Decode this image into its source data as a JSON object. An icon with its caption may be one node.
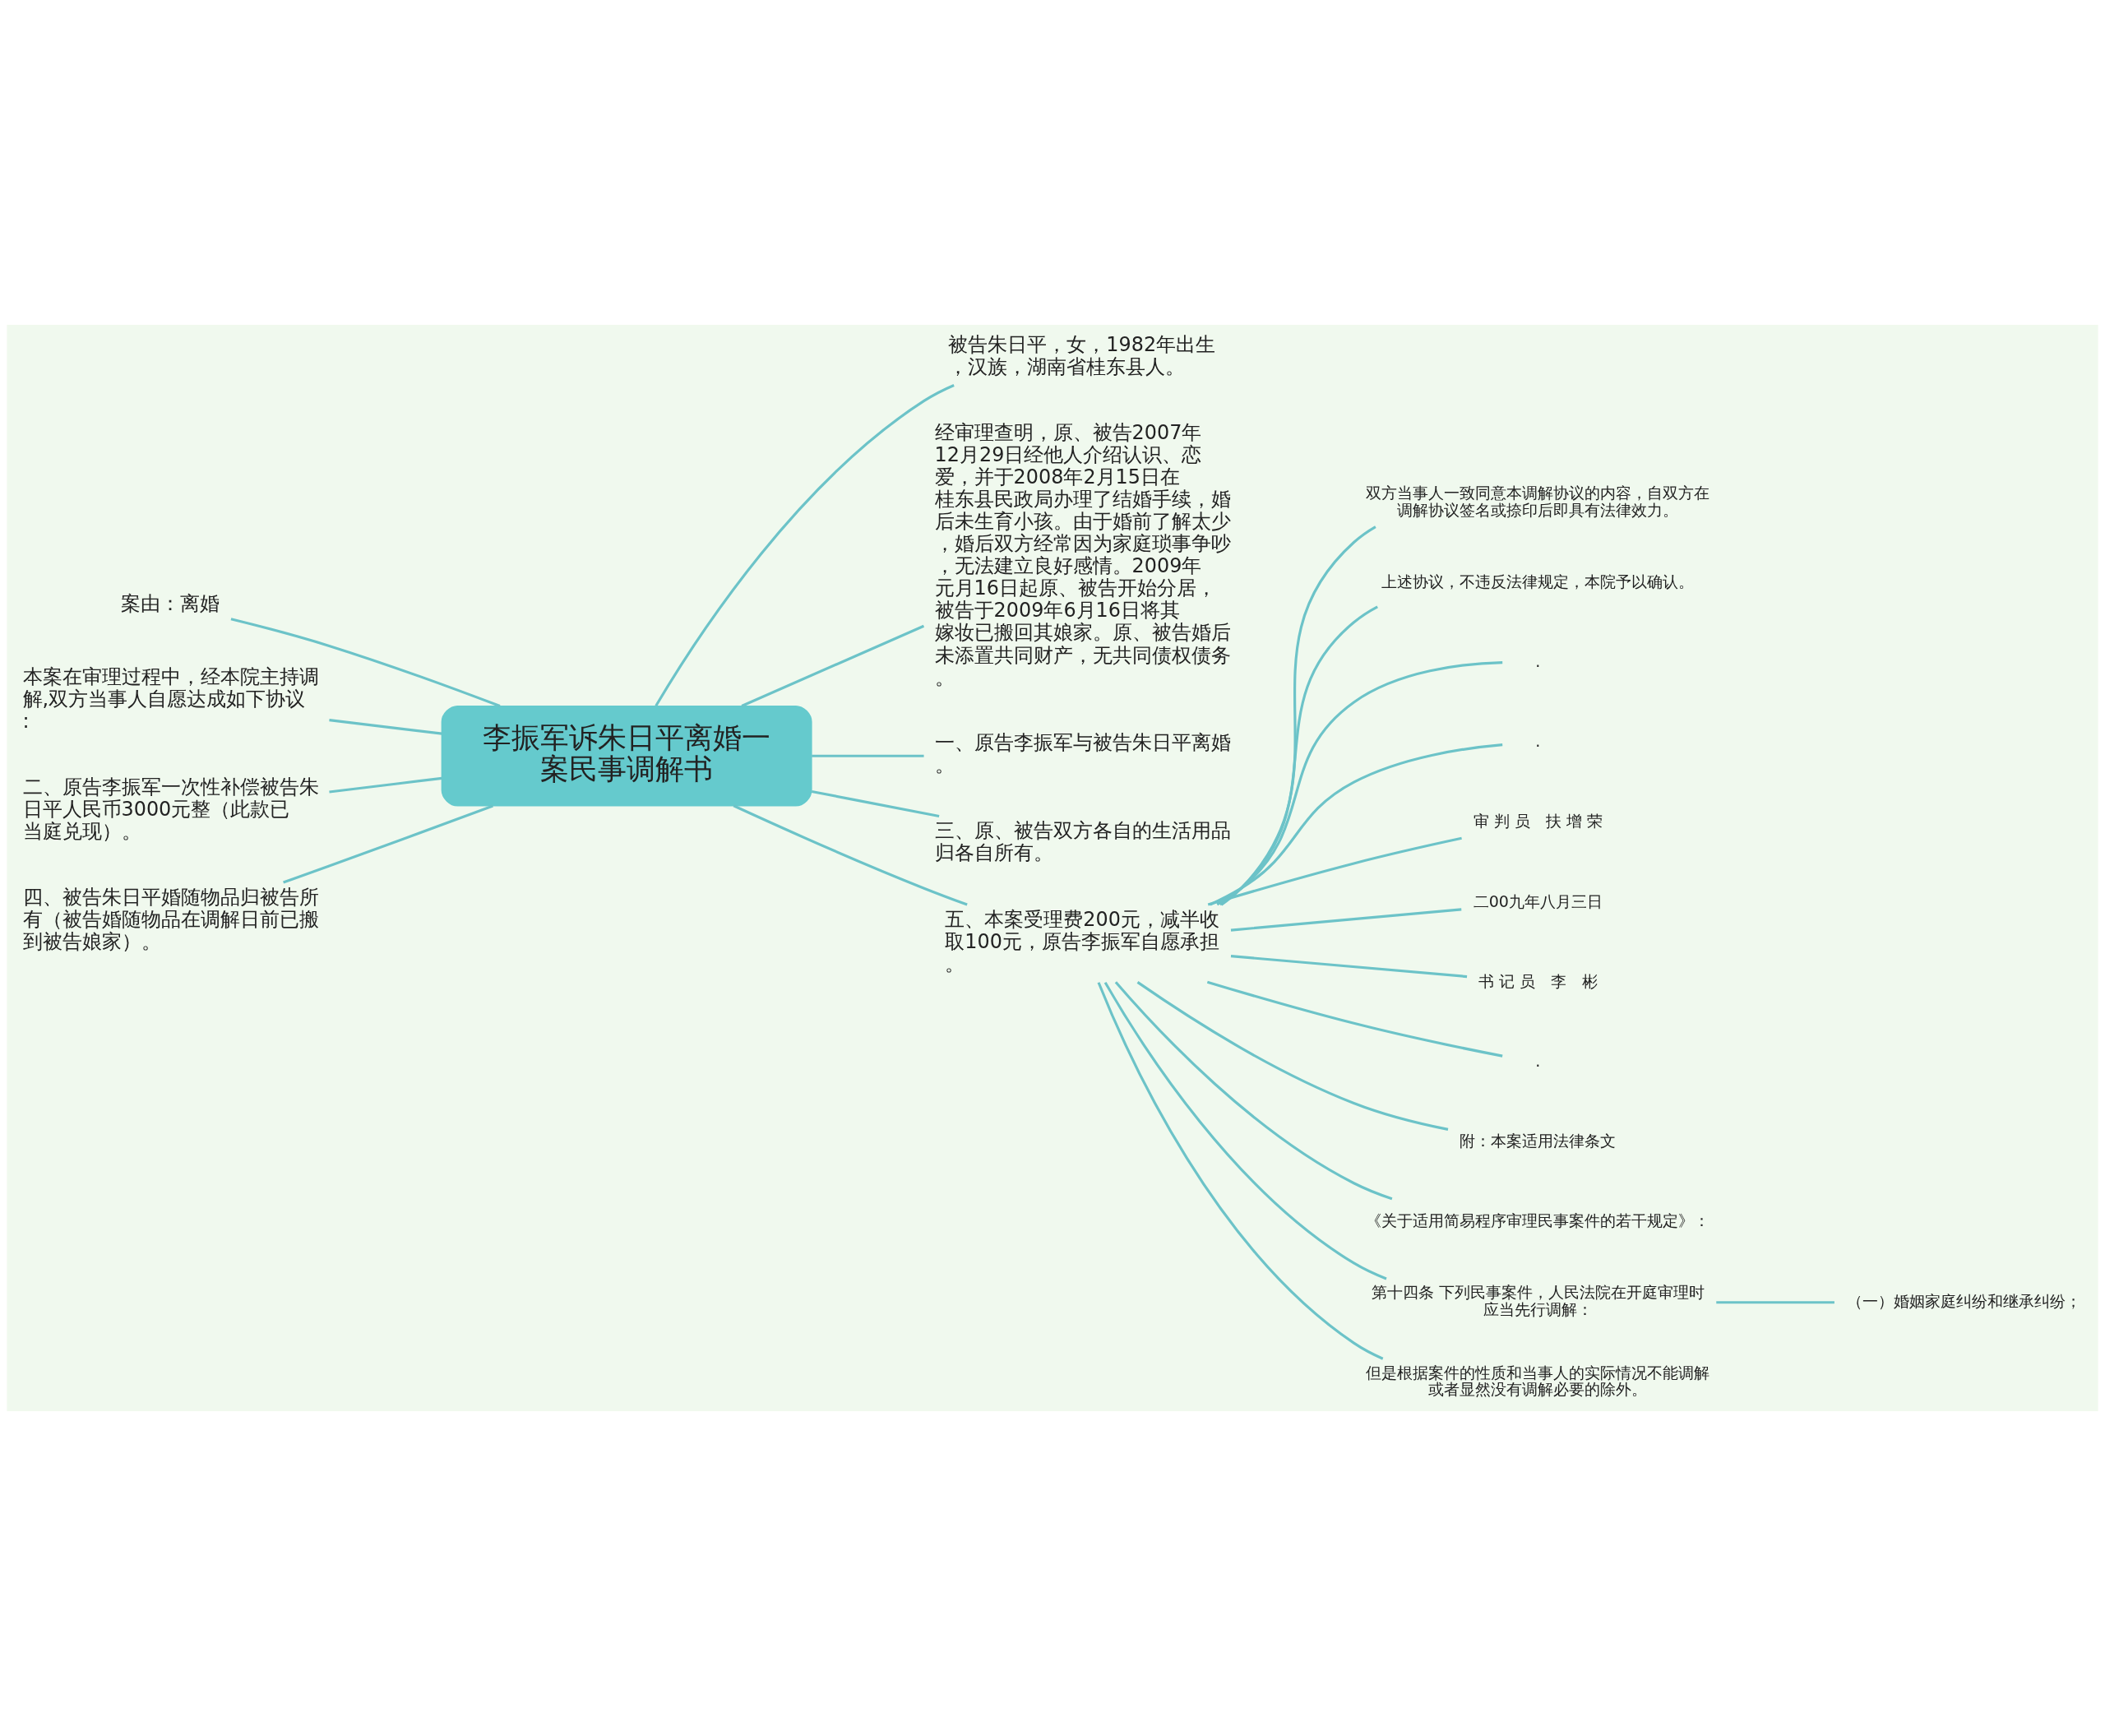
{
  "diagram": {
    "nodes": [
      {
        "text": [
          "李振军诉朱日平离婚一案民事调解书"
        ]
      },
      {
        "text": [
          "被告朱日平，女，1982年出生，汉族，湖南省桂东县人。"
        ]
      },
      {
        "text": [
          "经审理查明，原、被告2007年12月29日经他人介绍认识、恋爱，并于2008年2月15日在桂东县民政局办理了结婚手续，婚后未生育小孩。由于婚前了解太少，婚后双方经常因为家庭琐事争吵，无法建立良好感情。2009年元月16日起原、被告开始分居，被告于2009年6月16日将其嫁妆已搬回其娘家。原、被告婚后未添置共同财产，无共同债权债务。"
        ]
      },
      {
        "text": [
          "一、原告李振军与被告朱日平离婚。"
        ]
      },
      {
        "text": [
          "三、原、被告双方各自的生活用品归各自所有。"
        ]
      },
      {
        "text": [
          "五、本案受理费200元，减半收取100元，原告李振军自愿承担。"
        ]
      },
      {
        "text": [
          "案由：离婚"
        ]
      },
      {
        "text": [
          "本案在审理过程中，经本院主持调解,双方当事人自愿达成如下协议:"
        ]
      },
      {
        "text": [
          "二、原告李振军一次性补偿被告朱日平人民币3000元整（此款已当庭兑现）。"
        ]
      },
      {
        "text": [
          "四、被告朱日平婚随物品归被告所有（被告婚随物品在调解日前已搬到被告娘家）。"
        ]
      },
      {
        "text": [
          "双方当事人一致同意本调解协议的内容，自双方在调解协议签名或捺印后即具有法律效力。"
        ]
      },
      {
        "text": [
          "上述协议，不违反法律规定，本院予以确认。"
        ]
      },
      {
        "text": [
          "."
        ]
      },
      {
        "text": [
          "."
        ]
      },
      {
        "text": [
          "审 判 员　扶 增 荣"
        ]
      },
      {
        "text": [
          "二00九年八月三日"
        ]
      },
      {
        "text": [
          "书 记 员　李　彬"
        ]
      },
      {
        "text": [
          "."
        ]
      },
      {
        "text": [
          "附：本案适用法律条文"
        ]
      },
      {
        "text": [
          "《关于适用简易程序审理民事案件的若干规定》："
        ]
      },
      {
        "text": [
          "第十四条 下列民事案件，人民法院在开庭审理时应当先行调解："
        ]
      },
      {
        "text": [
          "但是根据案件的性质和当事人的实际情况不能调解或者显然没有调解必要的除外。"
        ]
      },
      {
        "text": [
          "（一）婚姻家庭纠纷和继承纠纷；"
        ]
      }
    ],
    "edges": [
      {
        "from": 0,
        "to": 1,
        "arrow": "none"
      },
      {
        "from": 0,
        "to": 2,
        "arrow": "none"
      },
      {
        "from": 0,
        "to": 3,
        "arrow": "none"
      },
      {
        "from": 0,
        "to": 4,
        "arrow": "none"
      },
      {
        "from": 0,
        "to": 5,
        "arrow": "none"
      },
      {
        "from": 0,
        "to": 6,
        "arrow": "none"
      },
      {
        "from": 0,
        "to": 7,
        "arrow": "none"
      },
      {
        "from": 0,
        "to": 8,
        "arrow": "none"
      },
      {
        "from": 0,
        "to": 9,
        "arrow": "none"
      },
      {
        "from": 5,
        "to": 10,
        "arrow": "none"
      },
      {
        "from": 5,
        "to": 11,
        "arrow": "none"
      },
      {
        "from": 5,
        "to": 12,
        "arrow": "none"
      },
      {
        "from": 5,
        "to": 13,
        "arrow": "none"
      },
      {
        "from": 5,
        "to": 14,
        "arrow": "none"
      },
      {
        "from": 5,
        "to": 15,
        "arrow": "none"
      },
      {
        "from": 5,
        "to": 16,
        "arrow": "none"
      },
      {
        "from": 5,
        "to": 17,
        "arrow": "none"
      },
      {
        "from": 5,
        "to": 18,
        "arrow": "none"
      },
      {
        "from": 5,
        "to": 19,
        "arrow": "none"
      },
      {
        "from": 5,
        "to": 20,
        "arrow": "none"
      },
      {
        "from": 5,
        "to": 21,
        "arrow": "none"
      },
      {
        "from": 20,
        "to": 22,
        "arrow": "none"
      }
    ]
  }
}
